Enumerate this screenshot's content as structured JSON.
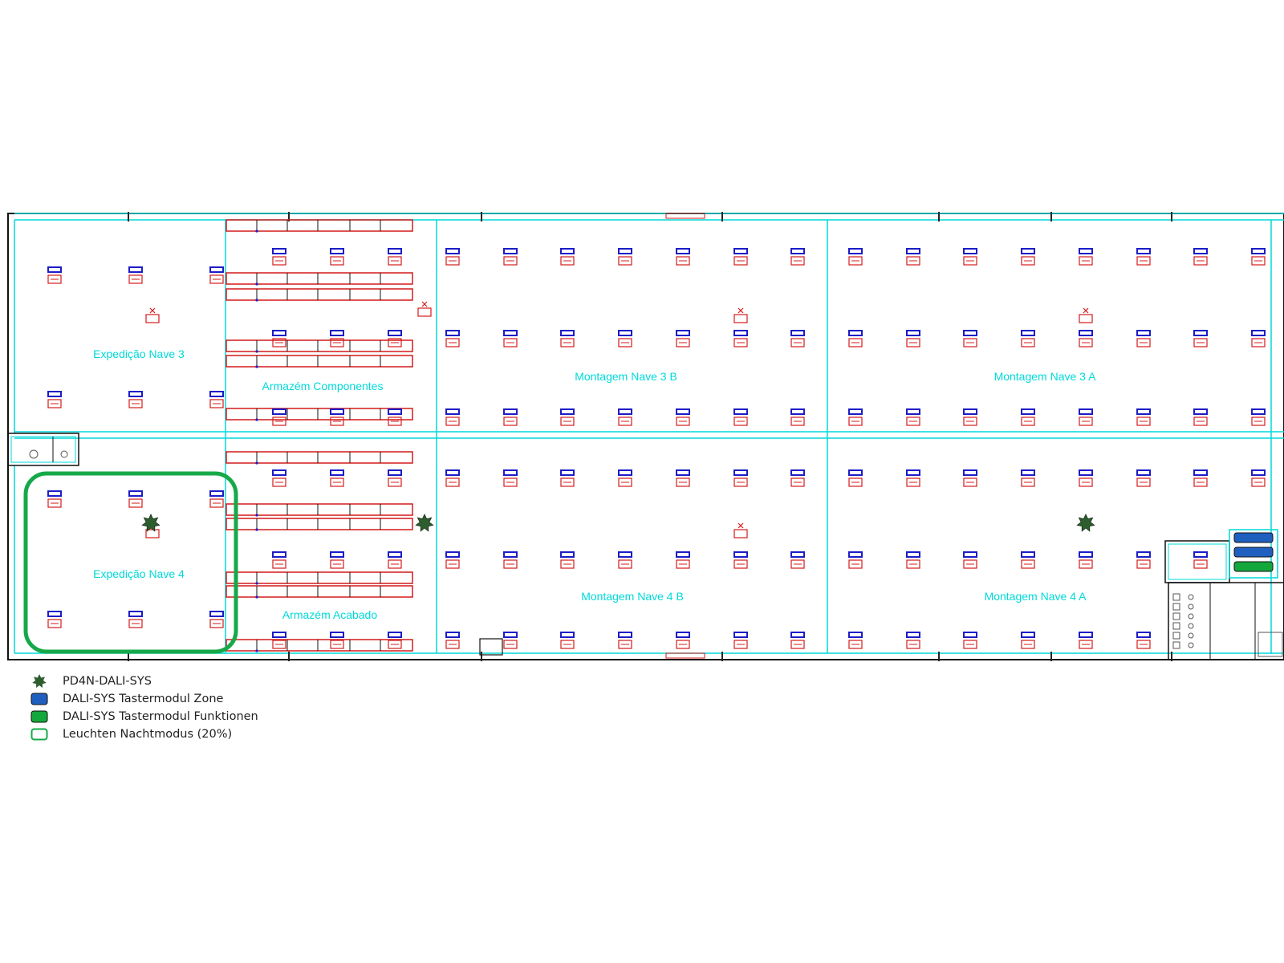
{
  "colors": {
    "wall": "#00d9d9",
    "fixture_blue": "#1c1cc8",
    "fixture_red": "#d41a1a",
    "sensor": "#2e5e2e",
    "zone_button": "#1f5fbf",
    "function_button": "#14a83c",
    "night_mode_outline": "#16a849",
    "outer_wall": "#111111"
  },
  "rooms": [
    {
      "id": "expedicao-nave-3",
      "label": "Expedição Nave 3"
    },
    {
      "id": "armazem-componentes",
      "label": "Armazém Componentes"
    },
    {
      "id": "montagem-nave-3b",
      "label": "Montagem Nave 3 B"
    },
    {
      "id": "montagem-nave-3a",
      "label": "Montagem Nave 3 A"
    },
    {
      "id": "expedicao-nave-4",
      "label": "Expedição Nave 4"
    },
    {
      "id": "armazem-acabado",
      "label": "Armazém Acabado"
    },
    {
      "id": "montagem-nave-4b",
      "label": "Montagem Nave 4 B"
    },
    {
      "id": "montagem-nave-4a",
      "label": "Montagem Nave 4 A"
    }
  ],
  "legend": [
    {
      "symbol": "star-icon",
      "label": "PD4N-DALI-SYS"
    },
    {
      "symbol": "blue-button-icon",
      "label": "DALI-SYS Tastermodul Zone"
    },
    {
      "symbol": "green-button-icon",
      "label": "DALI-SYS Tastermodul Funktionen"
    },
    {
      "symbol": "outline-icon",
      "label": "Leuchten Nachtmodus (20%)"
    }
  ],
  "legend_night_mode_level_percent": 20
}
